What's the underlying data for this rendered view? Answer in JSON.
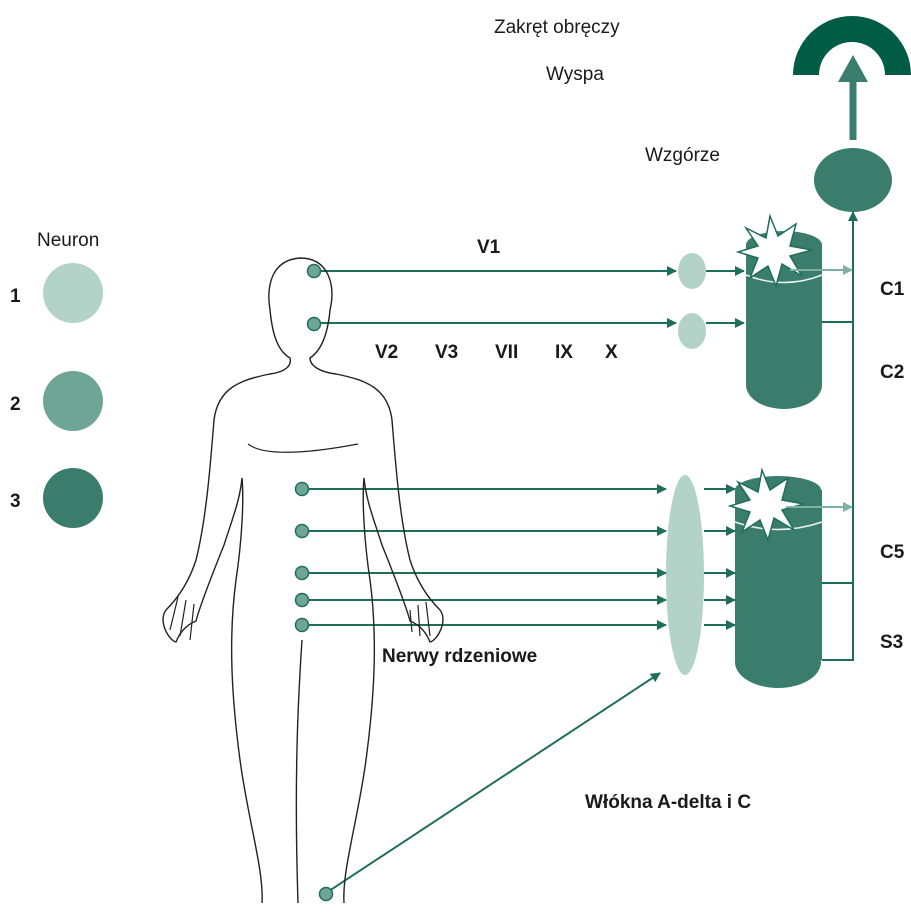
{
  "colors": {
    "neuron1": "#b3d3c9",
    "neuron2": "#6fa595",
    "neuron3": "#3a7d6d",
    "dark": "#005c45",
    "line": "#1f6e5b"
  },
  "labels": {
    "cingulate": "Zakręt obręczy",
    "insula": "Wyspa",
    "thalamus": "Wzgórze",
    "legend_title": "Neuron",
    "legend_1": "1",
    "legend_2": "2",
    "legend_3": "3",
    "v1": "V1",
    "v2": "V2",
    "v3": "V3",
    "vii": "VII",
    "ix": "IX",
    "x": "X",
    "c1": "C1",
    "c2": "C2",
    "c5": "C5",
    "s3": "S3",
    "spinal_nerves": "Nerwy rdzeniowe",
    "fibers": "Włókna A-delta i C"
  }
}
